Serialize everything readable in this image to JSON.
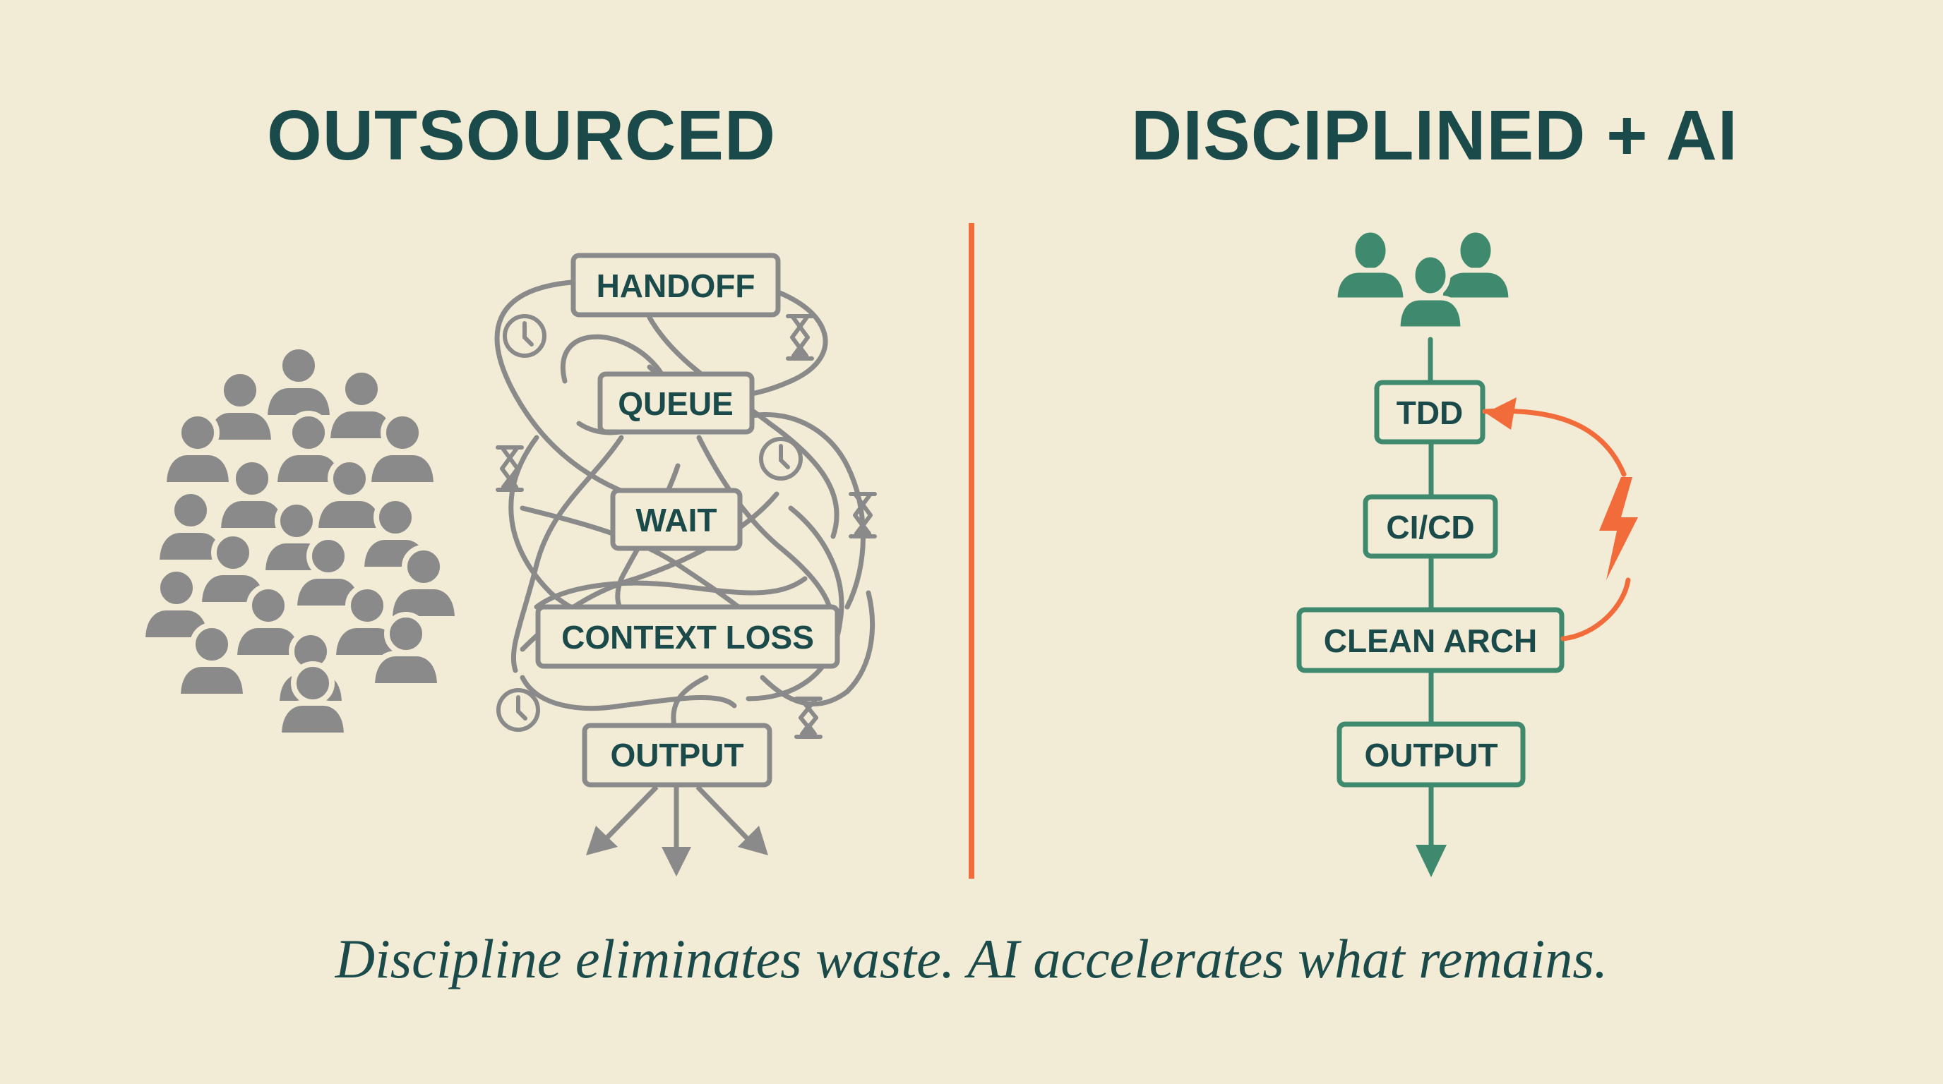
{
  "left_panel": {
    "title": "OUTSOURCED",
    "people_icon": "crowd-of-people-icon",
    "people_count": 21,
    "color": "#8a8a8a",
    "steps": [
      {
        "label": "HANDOFF"
      },
      {
        "label": "QUEUE"
      },
      {
        "label": "WAIT"
      },
      {
        "label": "CONTEXT LOSS"
      },
      {
        "label": "OUTPUT"
      }
    ],
    "decorations": [
      "clock-icon",
      "hourglass-icon",
      "tangled-lines",
      "scattered-arrows"
    ]
  },
  "divider": {
    "color": "#f26b3a"
  },
  "right_panel": {
    "title": "DISCIPLINED + AI",
    "people_icon": "team-of-three-icon",
    "color": "#3f8a6e",
    "steps": [
      {
        "label": "TDD"
      },
      {
        "label": "CI/CD"
      },
      {
        "label": "CLEAN ARCH"
      },
      {
        "label": "OUTPUT"
      }
    ],
    "feedback_loop": {
      "icon": "lightning-bolt-icon",
      "color": "#f26b3a",
      "from": "CLEAN ARCH",
      "to": "TDD"
    }
  },
  "caption": "Discipline eliminates waste. AI accelerates what remains.",
  "colors": {
    "background": "#f2ecd6",
    "text": "#1b4a4a",
    "gray": "#8a8a8a",
    "green": "#3f8a6e",
    "orange": "#f26b3a"
  }
}
